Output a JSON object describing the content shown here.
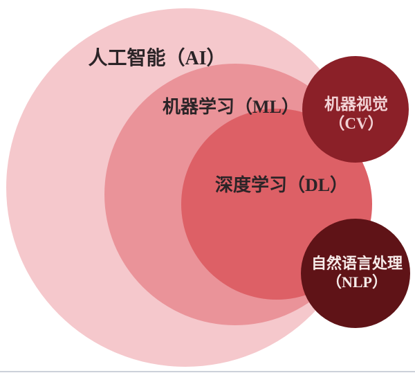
{
  "diagram": {
    "background": "#ffffff",
    "text_dark": "#2b2427",
    "bottom_line_color": "#ccd1d9",
    "circles": {
      "ai": {
        "label": "人工智能（AI）",
        "color": "#f5c8cc"
      },
      "ml": {
        "label": "机器学习（ML）",
        "color": "#ea9399"
      },
      "dl": {
        "label": "深度学习（DL）",
        "color": "#dd6066"
      },
      "cv": {
        "line1": "机器视觉",
        "line2": "（CV）",
        "color": "#8b2028",
        "text_color": "#f2d2d5"
      },
      "nlp": {
        "line1": "自然语言处理",
        "line2": "（NLP）",
        "color": "#5f1317",
        "text_color": "#f6ebe9"
      }
    }
  }
}
